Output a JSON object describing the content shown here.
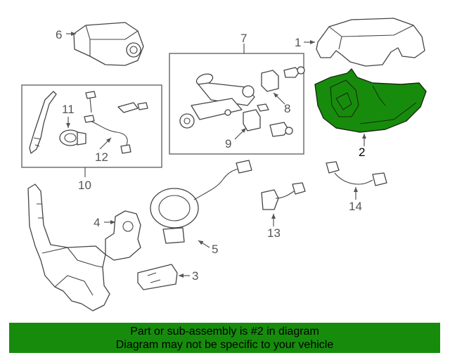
{
  "diagram": {
    "callouts": {
      "c1": "1",
      "c2": "2",
      "c3": "3",
      "c4": "4",
      "c5": "5",
      "c6": "6",
      "c7": "7",
      "c8": "8",
      "c9": "9",
      "c10": "10",
      "c11": "11",
      "c12": "12",
      "c13": "13",
      "c14": "14"
    },
    "highlighted_part": "2",
    "highlight_color": "#178c0c"
  },
  "banner": {
    "line1": "Part or sub-assembly is #2 in diagram",
    "line2": "Diagram may not be specific to your vehicle",
    "background_color": "#178c0c"
  }
}
